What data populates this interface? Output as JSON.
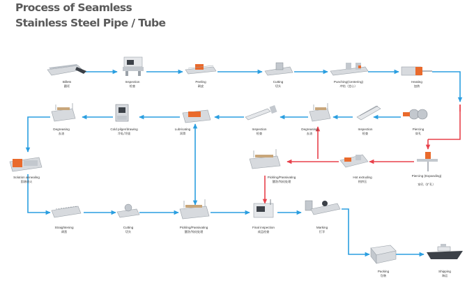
{
  "title": {
    "line1": "Process of Seamless",
    "line2": "Stainless Steel Pipe / Tube"
  },
  "colors": {
    "flow": "#2a9ee0",
    "hot": "#e8404a",
    "machine": "#c9cdd3",
    "accent": "#e96a2c"
  },
  "steps": [
    {
      "id": "billets",
      "icon": "billet-stack",
      "en": "Billets",
      "cn": "圆坯"
    },
    {
      "id": "inspection1",
      "icon": "inspection-station",
      "en": "Inspection",
      "cn": "检查"
    },
    {
      "id": "peeling",
      "icon": "peeling-machine",
      "en": "Peeling",
      "cn": "剥皮"
    },
    {
      "id": "cutting1",
      "icon": "saw-machine",
      "en": "Cutting",
      "cn": "切头"
    },
    {
      "id": "punching",
      "icon": "punch-press",
      "en": "Punching(Centering)",
      "cn": "冲钻（定心）"
    },
    {
      "id": "heating",
      "icon": "furnace",
      "en": "Heating",
      "cn": "加热"
    },
    {
      "id": "piercing1",
      "icon": "piercing-mill",
      "en": "Piercing",
      "cn": "穿孔"
    },
    {
      "id": "inspection2",
      "icon": "inspection-table",
      "en": "Inspection",
      "cn": "检查"
    },
    {
      "id": "degreasing1",
      "icon": "tank",
      "en": "Degreasing",
      "cn": "去油"
    },
    {
      "id": "inspection3",
      "icon": "inspection-table",
      "en": "Inspection",
      "cn": "检查"
    },
    {
      "id": "lubricating",
      "icon": "lubricating-tank",
      "en": "Lubricating",
      "cn": "润滑"
    },
    {
      "id": "cold",
      "icon": "cold-mill",
      "en": "Cold pilger/drawing",
      "cn": "冷轧/冷拔"
    },
    {
      "id": "degreasing2",
      "icon": "tank",
      "en": "Degreasing",
      "cn": "去油"
    },
    {
      "id": "solution",
      "icon": "annealing-furnace",
      "en": "Solution annealing",
      "cn": "固溶退火"
    },
    {
      "id": "pickling1",
      "icon": "pickling-tank",
      "en": "Pickling/Passivating",
      "cn": "酸洗/钝化处理"
    },
    {
      "id": "hotextruding",
      "icon": "extruder",
      "en": "Hot extruding",
      "cn": "热挤压"
    },
    {
      "id": "piercing2",
      "icon": "expander",
      "en": "Piercing (Expanding)",
      "cn": "穿孔（扩孔）"
    },
    {
      "id": "straightening",
      "icon": "straightener",
      "en": "Straightening",
      "cn": "调直"
    },
    {
      "id": "cutting2",
      "icon": "saw-machine",
      "en": "Cutting",
      "cn": "切头"
    },
    {
      "id": "pickling2",
      "icon": "pickling-tank",
      "en": "Pickling/Passivating",
      "cn": "酸洗/钝化处理"
    },
    {
      "id": "finalinspection",
      "icon": "test-station",
      "en": "Final inspection",
      "cn": "成品检查"
    },
    {
      "id": "marking",
      "icon": "marking-machine",
      "en": "Marking",
      "cn": "打字"
    },
    {
      "id": "packing",
      "icon": "packing-crate",
      "en": "Packing",
      "cn": "包装"
    },
    {
      "id": "shipping",
      "icon": "ship",
      "en": "Shipping",
      "cn": "海运"
    }
  ]
}
